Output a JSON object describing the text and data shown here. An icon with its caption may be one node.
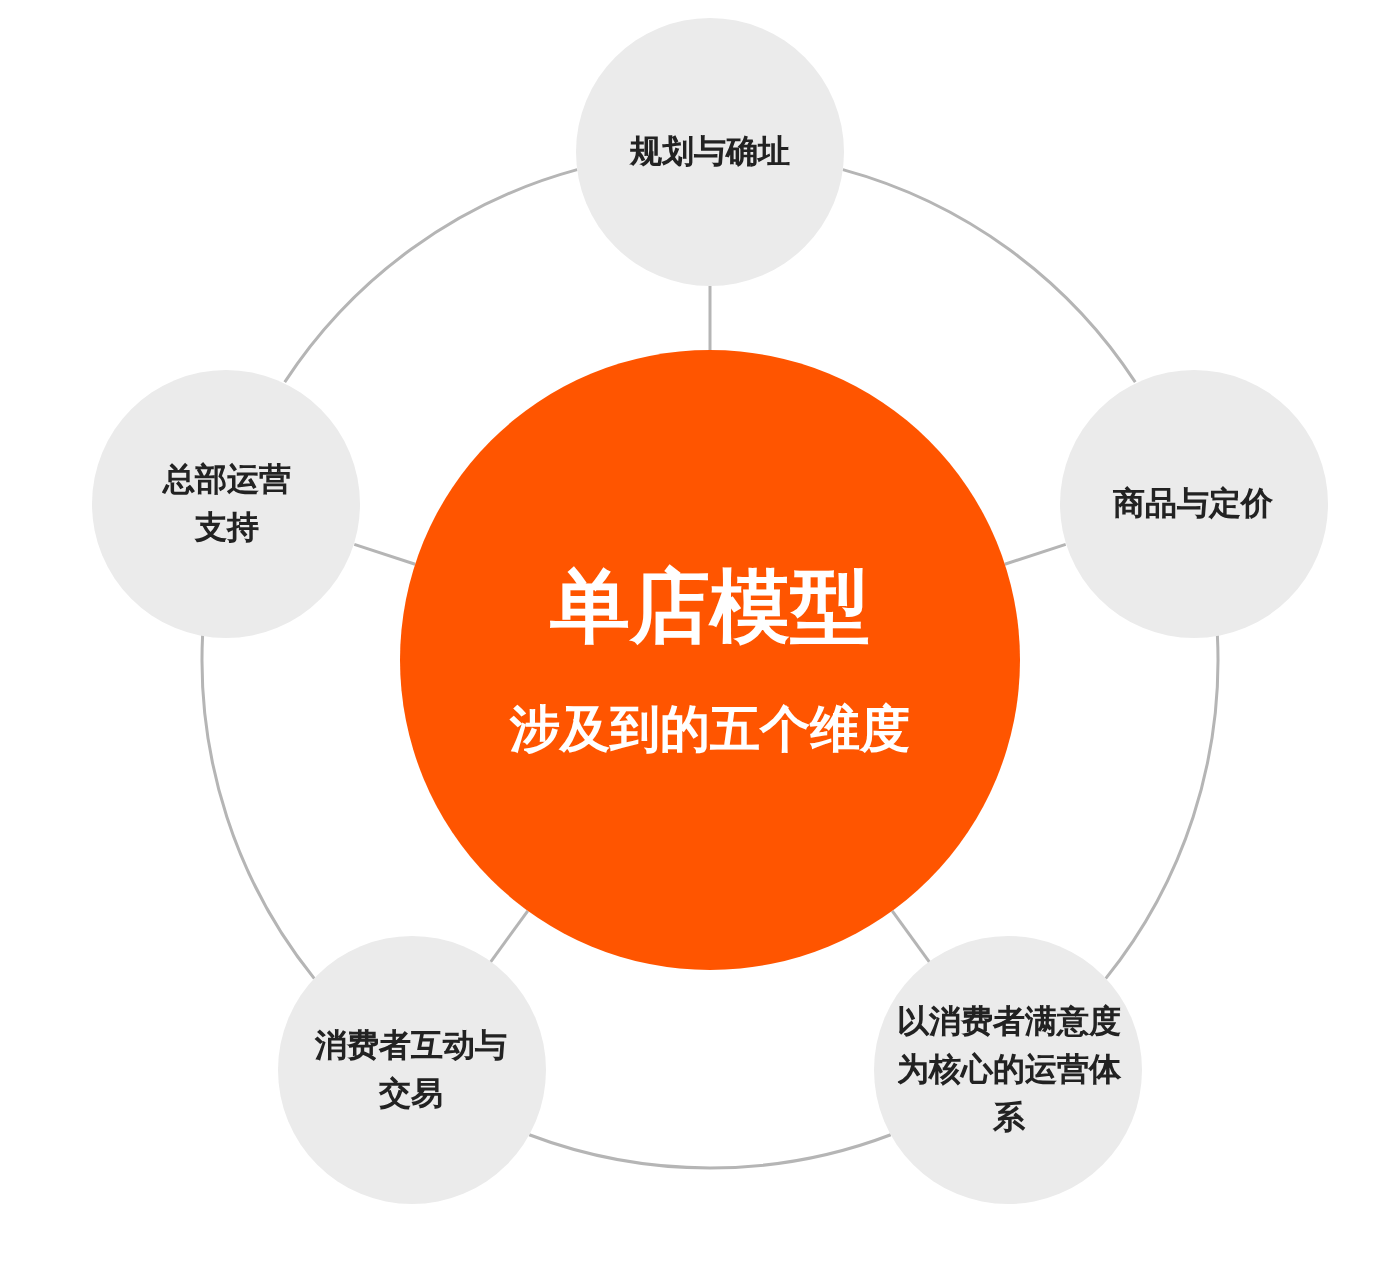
{
  "diagram": {
    "nodes": [
      {
        "text": [
          "单店模型",
          "涉及到的五个维度"
        ]
      },
      {
        "text": [
          "规划与确址"
        ]
      },
      {
        "text": [
          "商品与定价"
        ]
      },
      {
        "text": [
          "以消费者满意度为核心的运营体系"
        ]
      },
      {
        "text": [
          "消费者互动与交易"
        ]
      },
      {
        "text": [
          "总部运营支持"
        ]
      }
    ],
    "edges": [
      {
        "from": 0,
        "to": 1,
        "arrow": "none"
      },
      {
        "from": 0,
        "to": 2,
        "arrow": "none"
      },
      {
        "from": 0,
        "to": 3,
        "arrow": "none"
      },
      {
        "from": 0,
        "to": 4,
        "arrow": "none"
      },
      {
        "from": 0,
        "to": 5,
        "arrow": "none"
      },
      {
        "from": 1,
        "to": 2,
        "arrow": "none"
      },
      {
        "from": 2,
        "to": 3,
        "arrow": "none"
      },
      {
        "from": 3,
        "to": 4,
        "arrow": "none"
      },
      {
        "from": 4,
        "to": 5,
        "arrow": "none"
      },
      {
        "from": 5,
        "to": 1,
        "arrow": "none"
      }
    ]
  }
}
